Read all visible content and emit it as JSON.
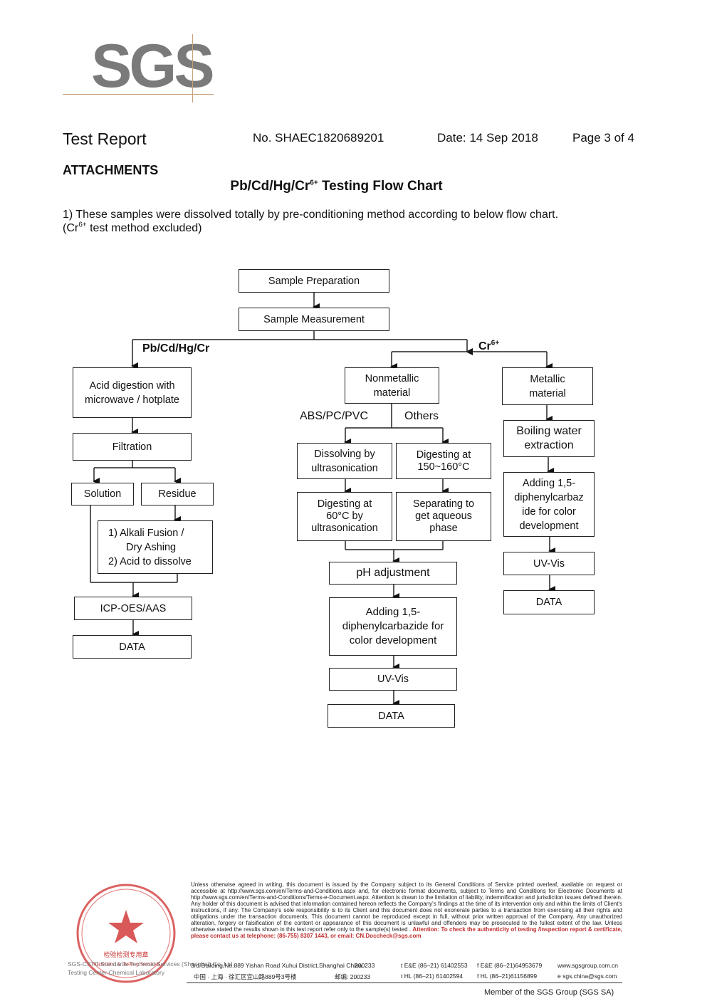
{
  "logo": {
    "text": "SGS"
  },
  "header": {
    "title": "Test Report",
    "number": "No. SHAEC1820689201",
    "date": "Date: 14 Sep 2018",
    "page": "Page 3 of 4"
  },
  "attachments_label": "ATTACHMENTS",
  "chart_title": {
    "prefix": "Pb/Cd/Hg/Cr",
    "sup": "6+",
    "suffix": " Testing Flow Chart"
  },
  "note": {
    "line1": "1) These samples were dissolved totally by pre-conditioning method according to below flow chart.",
    "line2_prefix": "(Cr",
    "line2_sup": "6+",
    "line2_suffix": " test method excluded)"
  },
  "flow": {
    "sample_preparation": "Sample Preparation",
    "sample_measurement": "Sample Measurement",
    "branch_left": "Pb/Cd/Hg/Cr",
    "branch_right_prefix": "Cr",
    "branch_right_sup": "6+",
    "acid_digestion_1": "Acid digestion with",
    "acid_digestion_2": "microwave / hotplate",
    "filtration": "Filtration",
    "solution": "Solution",
    "residue": "Residue",
    "alkali_1": "1) Alkali Fusion /",
    "alkali_2": "Dry Ashing",
    "alkali_3": "2) Acid to dissolve",
    "icp": "ICP-OES/AAS",
    "data": "DATA",
    "nonmetallic_1": "Nonmetallic",
    "nonmetallic_2": "material",
    "abs": "ABS/PC/PVC",
    "others": "Others",
    "dissolving_1": "Dissolving by",
    "dissolving_2": "ultrasonication",
    "digesting150_1": "Digesting at",
    "digesting150_2": "150~160°C",
    "digesting60_1": "Digesting at",
    "digesting60_2": "60°C by",
    "digesting60_3": "ultrasonication",
    "separating_1": "Separating to",
    "separating_2": "get aqueous",
    "separating_3": "phase",
    "ph": "pH adjustment",
    "adding_mid_1": "Adding 1,5-",
    "adding_mid_2": "diphenylcarbazide for",
    "adding_mid_3": "color development",
    "uvvis": "UV-Vis",
    "metallic_1": "Metallic",
    "metallic_2": "material",
    "boiling_1": "Boiling water",
    "boiling_2": "extraction",
    "adding_right_1": "Adding 1,5-",
    "adding_right_2": "diphenylcarbaz",
    "adding_right_3": "ide for color",
    "adding_right_4": "development"
  },
  "footer": {
    "disclaimer": "Unless otherwise agreed in writing, this document is issued by the Company subject to its General Conditions of Service printed overleaf, available on request or accessible at http://www.sgs.com/en/Terms-and-Conditions.aspx and, for electronic format documents, subject to Terms and Conditions for Electronic Documents at http://www.sgs.com/en/Terms-and-Conditions/Terms-e-Document.aspx. Attention is drawn to the limitation of liability, indemnification and jurisdiction issues defined therein. Any holder of this document is advised that information contained hereon reflects the Company's findings at the time of its intervention only and within the limits of Client's instructions, if any. The Company's sole responsibility is to its Client and this document does not exonerate parties to a transaction from exercising all their rights and obligations under the transaction documents. This document cannot be reproduced except in full, without prior written approval of the Company. Any unauthorized alteration, forgery or falsification of the content or appearance of this document is unlawful and offenders may be prosecuted to the fullest extent of the law. Unless otherwise stated the results shown in this test report refer only to the sample(s) tested .",
    "attention": "Attention: To check the authenticity of testing /inspection report & certificate, please contact us at telephone: (86-755) 8307 1443, or email: CN.Doccheck@sgs.com",
    "address_en": "3rd Building,No.889 Yishan Road Xuhui District,Shanghai China",
    "postcode_en": "200233",
    "tel1_en": "t E&E (86–21) 61402553",
    "fax1_en": "f E&E (86–21)64953679",
    "web": "www.sgsgroup.com.cn",
    "address_cn": "中国 · 上海 · 徐汇区宜山路889号3号楼",
    "postcode_cn": "邮编: 200233",
    "tel2": "t HL (86–21) 61402594",
    "fax2": "f HL (86–21)61156899",
    "email": "e sgs.china@sgs.com",
    "member": "Member of the SGS Group (SGS SA)",
    "stamp_center": "检验检测专用章",
    "stamp_sub": "Inspection & Testing Services",
    "cstc_1": "SGS-CSTC Standards Technical Services (Shanghai) Co.,Ltd.",
    "cstc_2": "Testing Center-Chemical Laboratory"
  }
}
